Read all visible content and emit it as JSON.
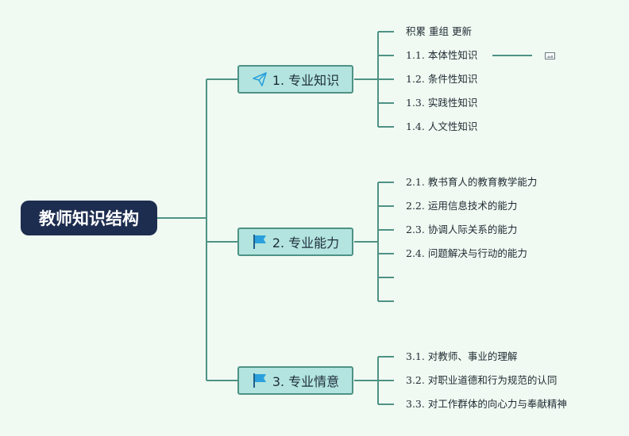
{
  "root": {
    "title": "教师知识结构"
  },
  "branches": [
    {
      "label": "1. 专业知识",
      "icon": "paper-plane-icon",
      "items": [
        {
          "num": "",
          "text": "积累 重组 更新"
        },
        {
          "num": "1.1.",
          "text": "本体性知识"
        },
        {
          "num": "1.2.",
          "text": "条件性知识"
        },
        {
          "num": "1.3.",
          "text": "实践性知识"
        },
        {
          "num": "1.4.",
          "text": "人文性知识"
        }
      ]
    },
    {
      "label": "2. 专业能力",
      "icon": "flag-icon",
      "items": [
        {
          "num": "2.1.",
          "text": "教书育人的教育教学能力"
        },
        {
          "num": "2.2.",
          "text": "运用信息技术的能力"
        },
        {
          "num": "2.3.",
          "text": "协调人际关系的能力"
        },
        {
          "num": "2.4.",
          "text": "问题解决与行动的能力"
        }
      ]
    },
    {
      "label": "3. 专业情意",
      "icon": "flag-icon",
      "items": [
        {
          "num": "3.1.",
          "text": "对教师、事业的理解"
        },
        {
          "num": "3.2.",
          "text": "对职业道德和行为规范的认同"
        },
        {
          "num": "3.3.",
          "text": "对工作群体的向心力与奉献精神"
        }
      ]
    }
  ],
  "colors": {
    "line": "#4e9285",
    "root_bg": "#1d2d4f",
    "branch_bg": "#b3e4df",
    "flag": "#2aa0dc"
  }
}
